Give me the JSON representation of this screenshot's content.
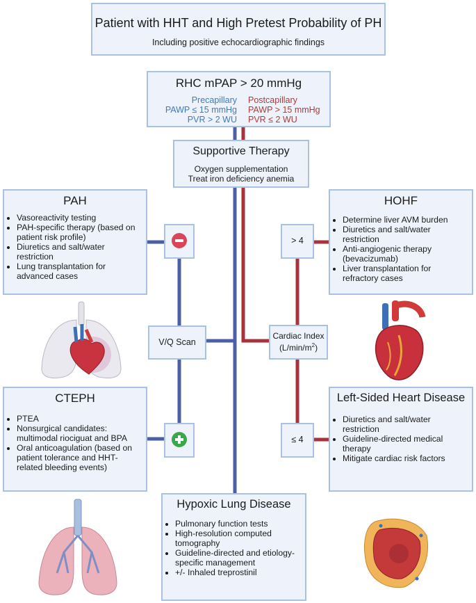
{
  "top": {
    "title": "Patient with HHT and High Pretest Probability of PH",
    "subtitle": "Including positive echocardiographic findings"
  },
  "rhc": {
    "title": "RHC mPAP > 20 mmHg",
    "pre": [
      "Precapillary",
      "PAWP ≤ 15 mmHg",
      "PVR > 2 WU"
    ],
    "post": [
      "Postcapillary",
      "PAWP > 15 mmHg",
      "PVR ≤ 2 WU"
    ]
  },
  "supportive": {
    "title": "Supportive Therapy",
    "items": [
      "Oxygen supplementation",
      "Treat iron deficiency anemia"
    ]
  },
  "pah": {
    "title": "PAH",
    "items": [
      "Vasoreactivity testing",
      "PAH-specific therapy (based on patient risk profile)",
      "Diuretics and salt/water restriction",
      "Lung transplantation for advanced cases"
    ]
  },
  "hohf": {
    "title": "HOHF",
    "items": [
      "Determine liver AVM burden",
      "Diuretics and salt/water restriction",
      "Anti-angiogenic therapy (bevacizumab)",
      "Liver transplantation for refractory cases"
    ]
  },
  "vq": {
    "label": "V/Q Scan"
  },
  "ci": {
    "label": "Cardiac Index",
    "unit_prefix": "(L/min/m",
    "unit_sup": "2",
    "unit_suffix": ")"
  },
  "gt4": {
    "label": "> 4"
  },
  "le4": {
    "label": "≤ 4"
  },
  "cteph": {
    "title": "CTEPH",
    "items": [
      "PTEA",
      "Nonsurgical candidates: multimodal riociguat and BPA",
      "Oral anticoagulation (based on patient tolerance and HHT-related bleeding events)"
    ]
  },
  "lshd": {
    "title": "Left-Sided Heart Disease",
    "items": [
      "Diuretics and salt/water restriction",
      "Guideline-directed medical therapy",
      "Mitigate cardiac risk factors"
    ]
  },
  "hypoxic": {
    "title": "Hypoxic Lung Disease",
    "items": [
      "Pulmonary function tests",
      "High-resolution computed tomography",
      "Guideline-directed and etiology-specific management",
      "+/- Inhaled treprostinil"
    ]
  },
  "colors": {
    "box_fill": "#eef3fb",
    "box_border": "#a9c2e3",
    "precap_blue": "#3d7bbf",
    "postcap_red": "#b03a3a",
    "line_blue": "#4d5ea8",
    "line_red": "#a8323c",
    "minus": "#d9465a",
    "plus": "#3aa84a"
  }
}
